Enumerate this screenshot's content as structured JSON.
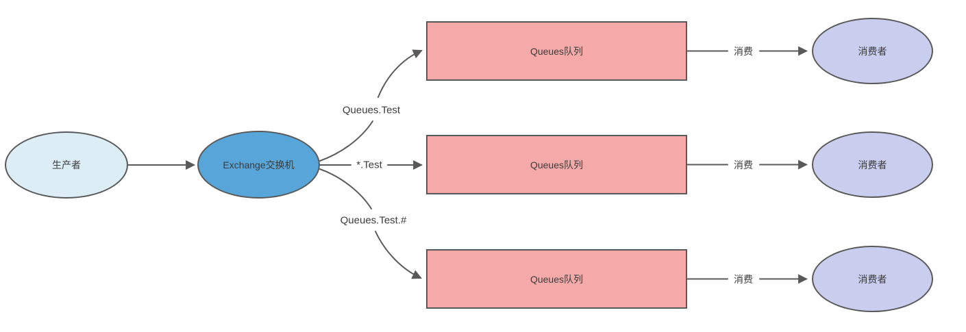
{
  "diagram": {
    "producer": {
      "label": "生产者"
    },
    "exchange": {
      "label": "Exchange交换机"
    },
    "routes": [
      {
        "routing_key": "Queues.Test",
        "queue_label": "Queues队列",
        "consume_label": "消费",
        "consumer_label": "消费者"
      },
      {
        "routing_key": "*.Test",
        "queue_label": "Queues队列",
        "consume_label": "消费",
        "consumer_label": "消费者"
      },
      {
        "routing_key": "Queues.Test.#",
        "queue_label": "Queues队列",
        "consume_label": "消费",
        "consumer_label": "消费者"
      }
    ],
    "colors": {
      "producer_fill": "#dcedf6",
      "exchange_fill": "#57a5d9",
      "queue_fill": "#f5a9a9",
      "consumer_fill": "#c9cdee",
      "stroke": "#595959",
      "text": "#3c3c3c"
    }
  }
}
